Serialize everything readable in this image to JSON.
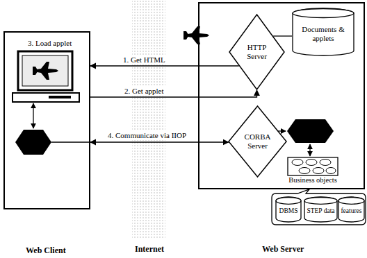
{
  "diagram": {
    "nodes": [
      {
        "text": [
          "Web Client"
        ]
      },
      {
        "text": [
          "Web Server"
        ]
      },
      {
        "text": [
          "HTTP Server"
        ],
        "in": 1
      },
      {
        "text": [
          "Documents & applets"
        ],
        "in": 1
      },
      {
        "text": [
          "CORBA Server"
        ],
        "in": 1
      },
      {
        "text": [
          "Business objects"
        ],
        "in": 1
      },
      {
        "text": [
          "DBMS"
        ]
      },
      {
        "text": [
          "STEP data"
        ]
      },
      {
        "text": [
          "features"
        ]
      }
    ],
    "edges": [
      {
        "from": 2,
        "to": 0,
        "label": "1. Get HTML",
        "arrow": "to"
      },
      {
        "from": 0,
        "to": 2,
        "label": "2. Get applet",
        "arrow": "to"
      },
      {
        "from": 0,
        "to": 4,
        "label": "4. Communicate via IIOP",
        "arrow": "both"
      },
      {
        "from": 2,
        "to": 3,
        "arrow": "none"
      }
    ],
    "labels": [
      "3. Load applet",
      "Internet"
    ]
  }
}
